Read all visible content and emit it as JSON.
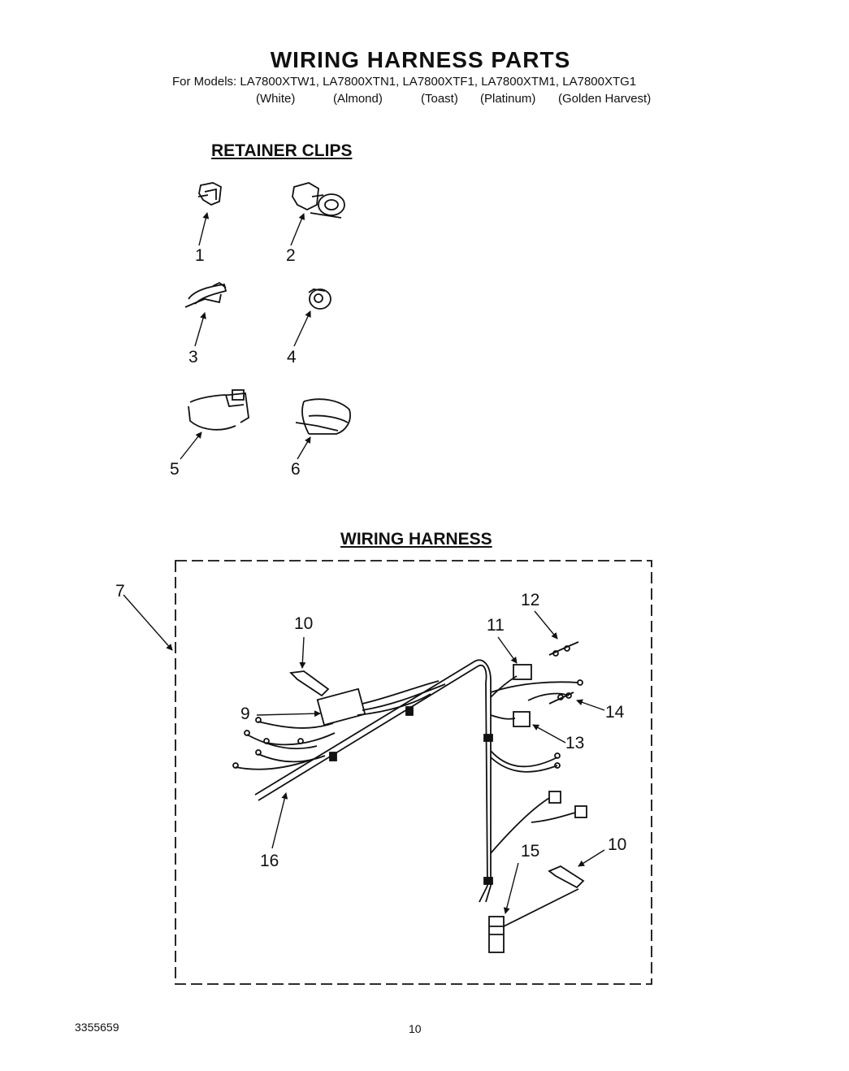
{
  "title": "WIRING HARNESS PARTS",
  "models_line": "For Models: LA7800XTW1, LA7800XTN1, LA7800XTF1, LA7800XTM1, LA7800XTG1",
  "colors": [
    "(White)",
    "(Almond)",
    "(Toast)",
    "(Platinum)",
    "(Golden Harvest)"
  ],
  "sections": {
    "retainer_clips": "RETAINER CLIPS",
    "wiring_harness": "WIRING HARNESS"
  },
  "callouts": {
    "c1": "1",
    "c2": "2",
    "c3": "3",
    "c4": "4",
    "c5": "5",
    "c6": "6",
    "c7": "7",
    "c9": "9",
    "c10a": "10",
    "c10b": "10",
    "c11": "11",
    "c12": "12",
    "c13": "13",
    "c14": "14",
    "c15": "15",
    "c16": "16"
  },
  "footer": {
    "doc_code": "3355659",
    "page_number": "10"
  }
}
